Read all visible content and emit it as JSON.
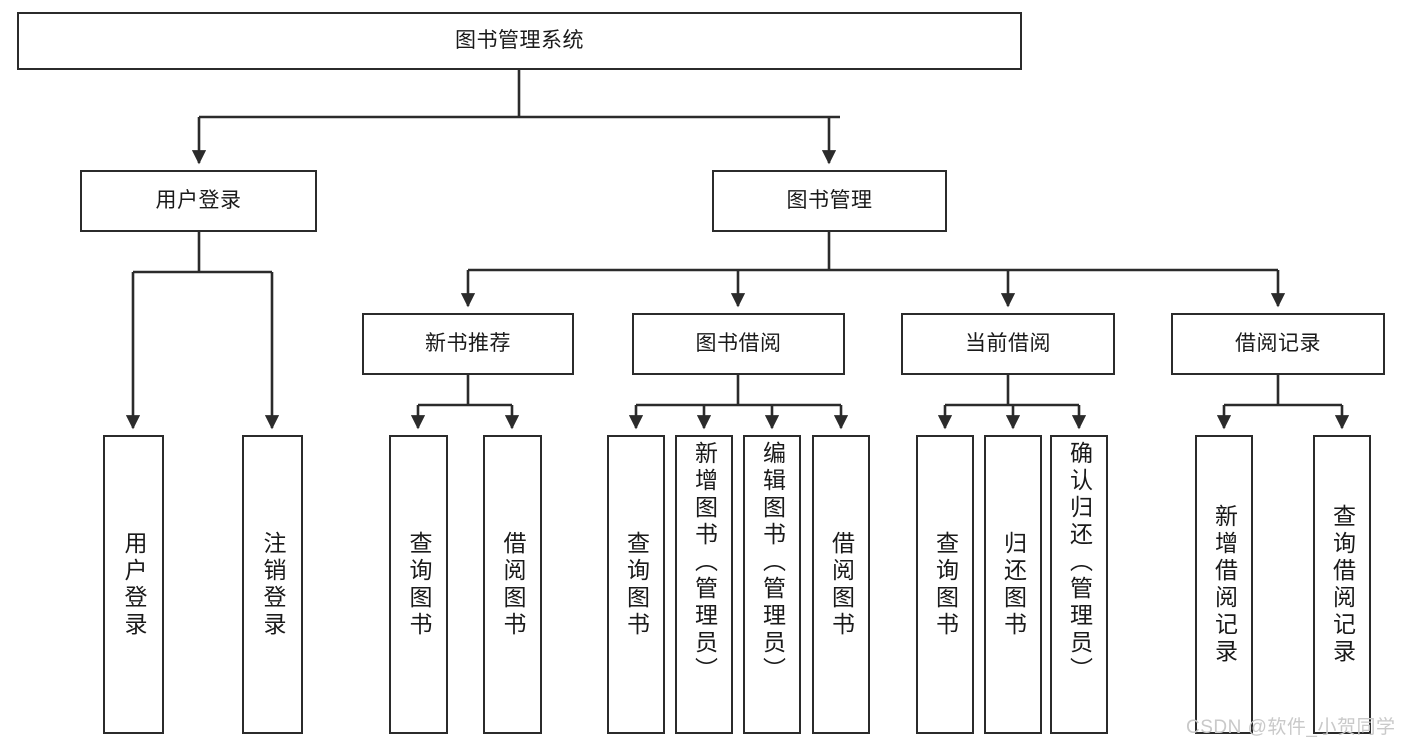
{
  "diagram": {
    "type": "tree-hierarchy",
    "title": "图书管理系统",
    "orientation": "top-down",
    "edge_color": "#2b2b2b",
    "node_border_color": "#2b2b2b",
    "node_fill_color": "#ffffff",
    "text_color": "#1a1a1a"
  },
  "root": {
    "label": "图书管理系统"
  },
  "level1": [
    {
      "label": "用户登录"
    },
    {
      "label": "图书管理"
    }
  ],
  "level2": [
    {
      "label": "新书推荐"
    },
    {
      "label": "图书借阅"
    },
    {
      "label": "当前借阅"
    },
    {
      "label": "借阅记录"
    }
  ],
  "leaves": {
    "user_login": [
      {
        "label": "用户登录"
      },
      {
        "label": "注销登录"
      }
    ],
    "new_book_recommend": [
      {
        "label": "查询图书"
      },
      {
        "label": "借阅图书"
      }
    ],
    "book_borrow": [
      {
        "label": "查询图书"
      },
      {
        "label": "新增图书（管理员）"
      },
      {
        "label": "编辑图书（管理员）"
      },
      {
        "label": "借阅图书"
      }
    ],
    "current_borrow": [
      {
        "label": "查询图书"
      },
      {
        "label": "归还图书"
      },
      {
        "label": "确认归还（管理员）"
      }
    ],
    "borrow_record": [
      {
        "label": "新增借阅记录"
      },
      {
        "label": "查询借阅记录"
      }
    ]
  },
  "watermark": {
    "text": "CSDN @软件_小贺同学",
    "color": "#c9c9c9"
  }
}
